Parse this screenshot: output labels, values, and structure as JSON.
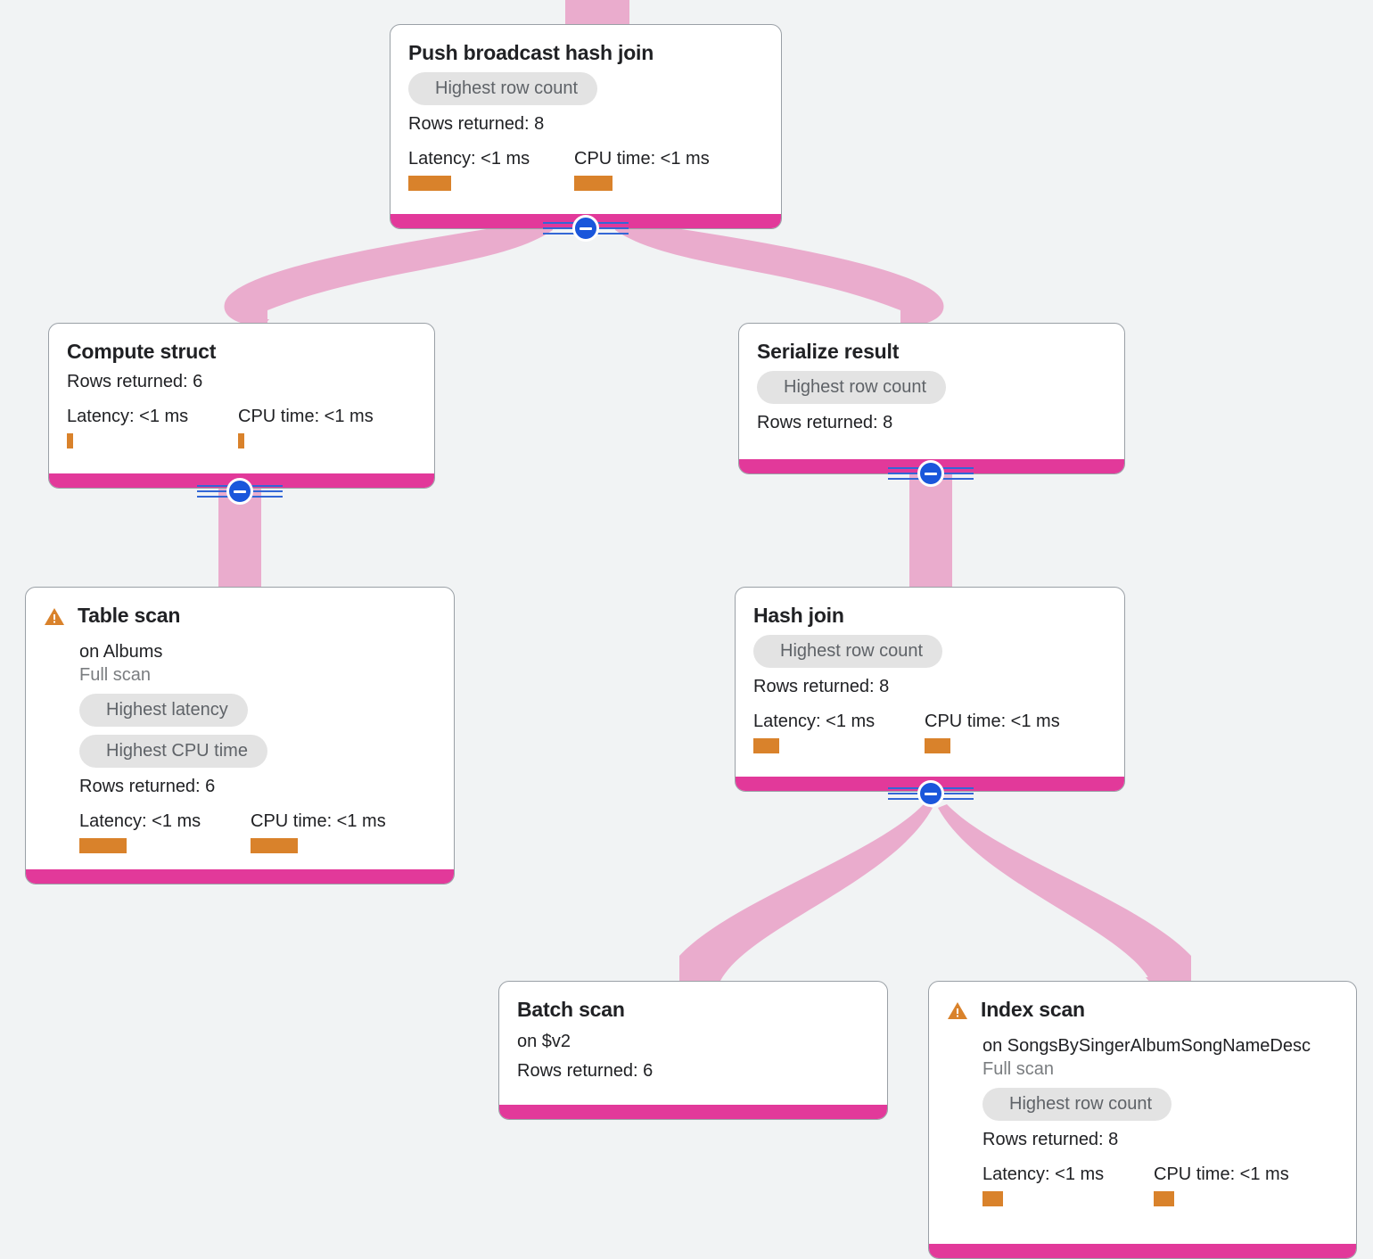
{
  "diagram": {
    "type": "query-execution-plan",
    "background_color": "#f1f3f4",
    "accent_color": "#e2399a",
    "edge_color": "#eaaccd",
    "bar_color": "#d9822b",
    "badge_bg": "#e3e3e3",
    "toggle_color": "#1a56db"
  },
  "nodes": [
    {
      "id": "push-broadcast-hash-join",
      "title": "Push broadcast hash join",
      "badges": [
        "Highest row count"
      ],
      "rows_returned": "Rows returned: 8",
      "latency": "Latency: <1 ms",
      "cpu_time": "CPU time: <1 ms",
      "warning": false
    },
    {
      "id": "compute-struct",
      "title": "Compute struct",
      "badges": [],
      "rows_returned": "Rows returned: 6",
      "latency": "Latency: <1 ms",
      "cpu_time": "CPU time: <1 ms",
      "warning": false
    },
    {
      "id": "serialize-result",
      "title": "Serialize result",
      "badges": [
        "Highest row count"
      ],
      "rows_returned": "Rows returned: 8",
      "latency": null,
      "cpu_time": null,
      "warning": false
    },
    {
      "id": "table-scan",
      "title": "Table scan",
      "target": "on Albums",
      "scan_type": "Full scan",
      "badges": [
        "Highest latency",
        "Highest CPU time"
      ],
      "rows_returned": "Rows returned: 6",
      "latency": "Latency: <1 ms",
      "cpu_time": "CPU time: <1 ms",
      "warning": true
    },
    {
      "id": "hash-join",
      "title": "Hash join",
      "badges": [
        "Highest row count"
      ],
      "rows_returned": "Rows returned: 8",
      "latency": "Latency: <1 ms",
      "cpu_time": "CPU time: <1 ms",
      "warning": false
    },
    {
      "id": "batch-scan",
      "title": "Batch scan",
      "target": "on $v2",
      "badges": [],
      "rows_returned": "Rows returned: 6",
      "latency": null,
      "cpu_time": null,
      "warning": false
    },
    {
      "id": "index-scan",
      "title": "Index scan",
      "target": "on SongsBySingerAlbumSongNameDesc",
      "scan_type": "Full scan",
      "badges": [
        "Highest row count"
      ],
      "rows_returned": "Rows returned: 8",
      "latency": "Latency: <1 ms",
      "cpu_time": "CPU time: <1 ms",
      "warning": true
    }
  ],
  "edges": [
    {
      "from": "root-inlet",
      "to": "push-broadcast-hash-join"
    },
    {
      "from": "push-broadcast-hash-join",
      "to": "compute-struct"
    },
    {
      "from": "push-broadcast-hash-join",
      "to": "serialize-result"
    },
    {
      "from": "compute-struct",
      "to": "table-scan"
    },
    {
      "from": "serialize-result",
      "to": "hash-join"
    },
    {
      "from": "hash-join",
      "to": "batch-scan"
    },
    {
      "from": "hash-join",
      "to": "index-scan"
    }
  ]
}
